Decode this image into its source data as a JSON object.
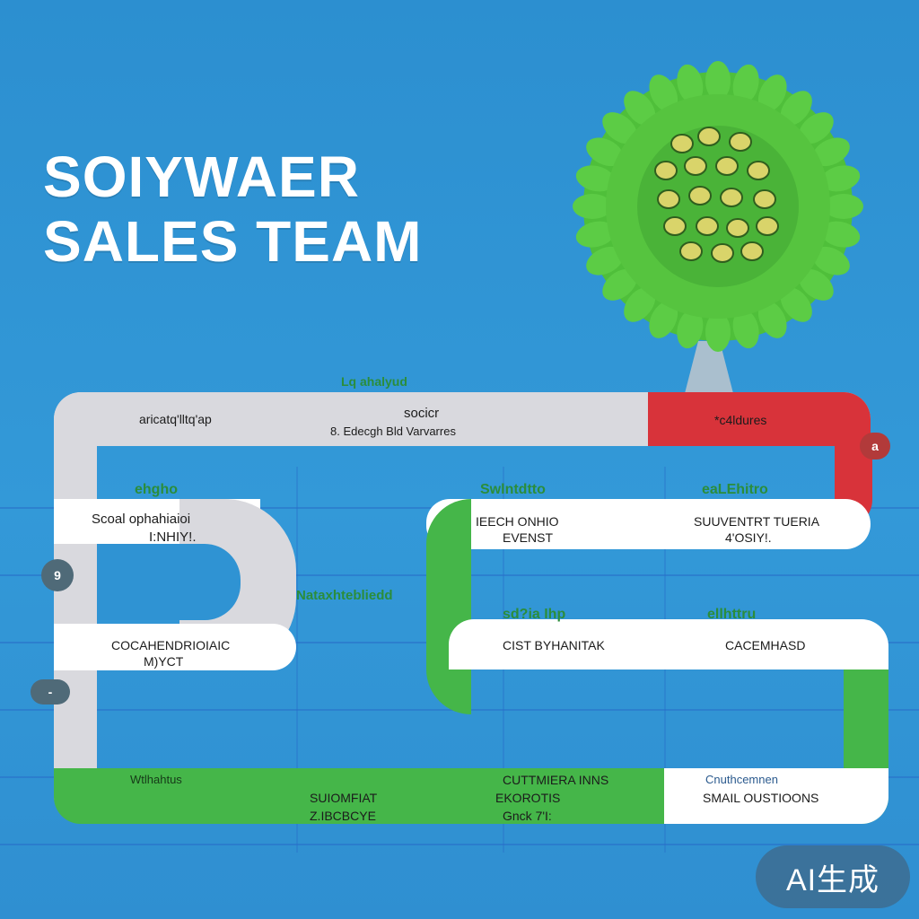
{
  "title": {
    "line1": "SOIYWAER",
    "line2": "SALES TEAM"
  },
  "colors": {
    "background": "#2f93d3",
    "track_gray": "#d9d9de",
    "track_green": "#45b649",
    "track_red": "#d8333a",
    "white": "#ffffff"
  },
  "icons": {
    "flower": "green-flower-icon",
    "pin_left_top": "map-pin-icon",
    "pin_left_bottom": "map-pin-icon",
    "pin_right": "map-pin-icon"
  },
  "pins": {
    "left_top": "9",
    "left_bottom": "-",
    "right": "a"
  },
  "top_band": {
    "left": "aricatq'lltq'ap",
    "center_header": "socicr",
    "center_line": "8. Edecgh Bld Varvarres",
    "right": "*c4ldures",
    "above": "Lq ahalyud"
  },
  "row2": {
    "left_header": "ehgho",
    "left_line1": "Scoal ophahiaioi",
    "left_line2": "I:NHIY!.",
    "center_header": "Swlntdtto",
    "center_line1": "IEECH ONHIO",
    "center_line2": "EVENST",
    "right_header": "eaLEhitro",
    "right_line1": "SUUVENTRT TUERIA",
    "right_line2": "4'OSIY!."
  },
  "middle": {
    "connector": "Nataxhtebliedd"
  },
  "row3": {
    "left_line1": "COCAHENDRIOIAIC",
    "left_line2": "M)YCT",
    "center_header": "sd?ia Ihp",
    "center_line": "CIST BYHANITAK",
    "right_header": "ellhttru",
    "right_line": "CACEMHASD"
  },
  "bottom_band": {
    "left_header": "Wtlhahtus",
    "left_line1": "SUIOMFIAT",
    "left_line2": "Z.IBCBCYE",
    "center_header": "CUTTMIERA INNS",
    "center_line1": "EKOROTIS",
    "center_line2": "Gnck 7'I:",
    "right_header": "Cnuthcemnen",
    "right_line": "SMAIL OUSTIOONS"
  },
  "badge": "AI生成"
}
